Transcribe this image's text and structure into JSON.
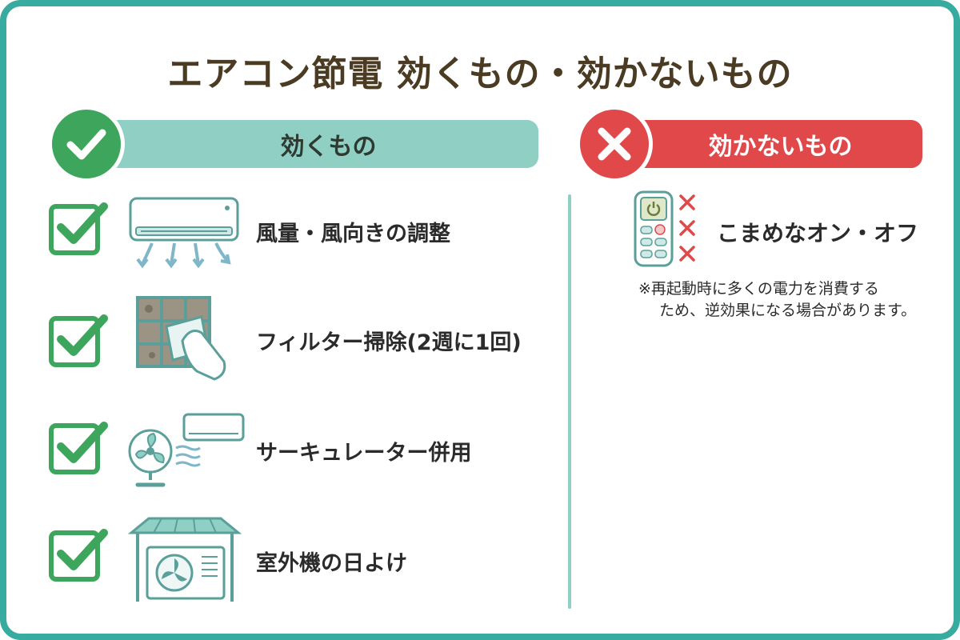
{
  "title": "エアコン節電 効くもの・効かないもの",
  "effective": {
    "header": "効くもの",
    "items": [
      {
        "label": "風量・風向きの調整",
        "icon": "air-conditioner-airflow-icon"
      },
      {
        "label": "フィルター掃除(2週に1回)",
        "icon": "filter-cleaning-icon"
      },
      {
        "label": "サーキュレーター併用",
        "icon": "circulator-fan-icon"
      },
      {
        "label": "室外機の日よけ",
        "icon": "outdoor-unit-shade-icon"
      }
    ]
  },
  "ineffective": {
    "header": "効かないもの",
    "items": [
      {
        "label": "こまめなオン・オフ",
        "icon": "remote-control-icon"
      }
    ],
    "note_line1": "※再起動時に多くの電力を消費する",
    "note_line2": "ため、逆効果になる場合があります。"
  },
  "colors": {
    "frame": "#38aba0",
    "good_header": "#8fcfc4",
    "good_check": "#3da65c",
    "bad": "#e0484a",
    "title": "#4a3b22"
  }
}
